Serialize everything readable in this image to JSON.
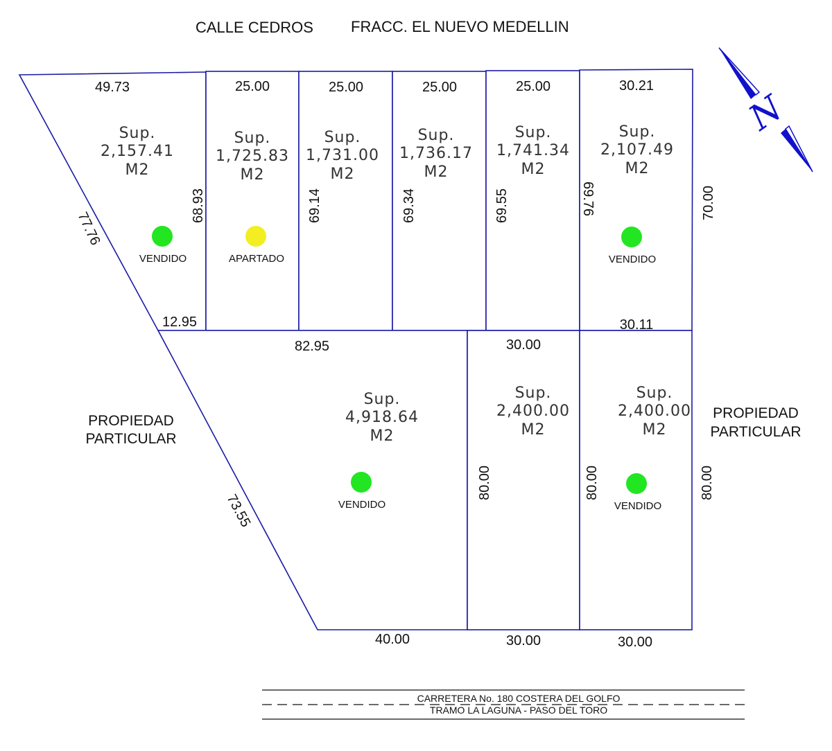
{
  "header": {
    "street": "CALLE CEDROS",
    "subdivision": "FRACC. EL NUEVO MEDELLIN"
  },
  "colors": {
    "lot_line": "#1a1aa6",
    "vendido": "#22e622",
    "apartado": "#f2ee22",
    "north_arrow": "#1111cc"
  },
  "compass": {
    "label": "N"
  },
  "lots_top": [
    {
      "front": "49.73",
      "sup_label": "Sup.",
      "area": "2,157.41",
      "unit": "M2",
      "status": "VENDIDO",
      "status_key": "vendido"
    },
    {
      "front": "25.00",
      "sup_label": "Sup.",
      "area": "1,725.83",
      "unit": "M2",
      "status": "APARTADO",
      "status_key": "apartado"
    },
    {
      "front": "25.00",
      "sup_label": "Sup.",
      "area": "1,731.00",
      "unit": "M2",
      "status": "",
      "status_key": ""
    },
    {
      "front": "25.00",
      "sup_label": "Sup.",
      "area": "1,736.17",
      "unit": "M2",
      "status": "",
      "status_key": ""
    },
    {
      "front": "25.00",
      "sup_label": "Sup.",
      "area": "1,741.34",
      "unit": "M2",
      "status": "",
      "status_key": ""
    },
    {
      "front": "30.21",
      "sup_label": "Sup.",
      "area": "2,107.49",
      "unit": "M2",
      "status": "VENDIDO",
      "status_key": "vendido"
    }
  ],
  "lots_bottom": [
    {
      "top": "82.95",
      "bottom": "40.00",
      "sup_label": "Sup.",
      "area": "4,918.64",
      "unit": "M2",
      "status": "VENDIDO",
      "status_key": "vendido"
    },
    {
      "top": "30.00",
      "bottom": "30.00",
      "sup_label": "Sup.",
      "area": "2,400.00",
      "unit": "M2",
      "status": "",
      "status_key": ""
    },
    {
      "top": "",
      "bottom": "30.00",
      "sup_label": "Sup.",
      "area": "2,400.00",
      "unit": "M2",
      "status": "VENDIDO",
      "status_key": "vendido"
    }
  ],
  "dimensions": {
    "left_upper": "77.76",
    "left_lower": "73.55",
    "lot1_back": "12.95",
    "div_1_2": "68.93",
    "div_2_3": "69.14",
    "div_3_4": "69.34",
    "div_4_5": "69.55",
    "div_5_6": "69.76",
    "right_upper": "70.00",
    "lot6_back": "30.11",
    "div_b1_b2": "80.00",
    "div_b2_b3": "80.00",
    "right_lower": "80.00"
  },
  "neighbors": {
    "left_line1": "PROPIEDAD",
    "left_line2": "PARTICULAR",
    "right_line1": "PROPIEDAD",
    "right_line2": "PARTICULAR"
  },
  "road": {
    "line1": "CARRETERA No. 180  COSTERA DEL GOLFO",
    "line2": "TRAMO LA LAGUNA - PASO DEL TORO"
  }
}
